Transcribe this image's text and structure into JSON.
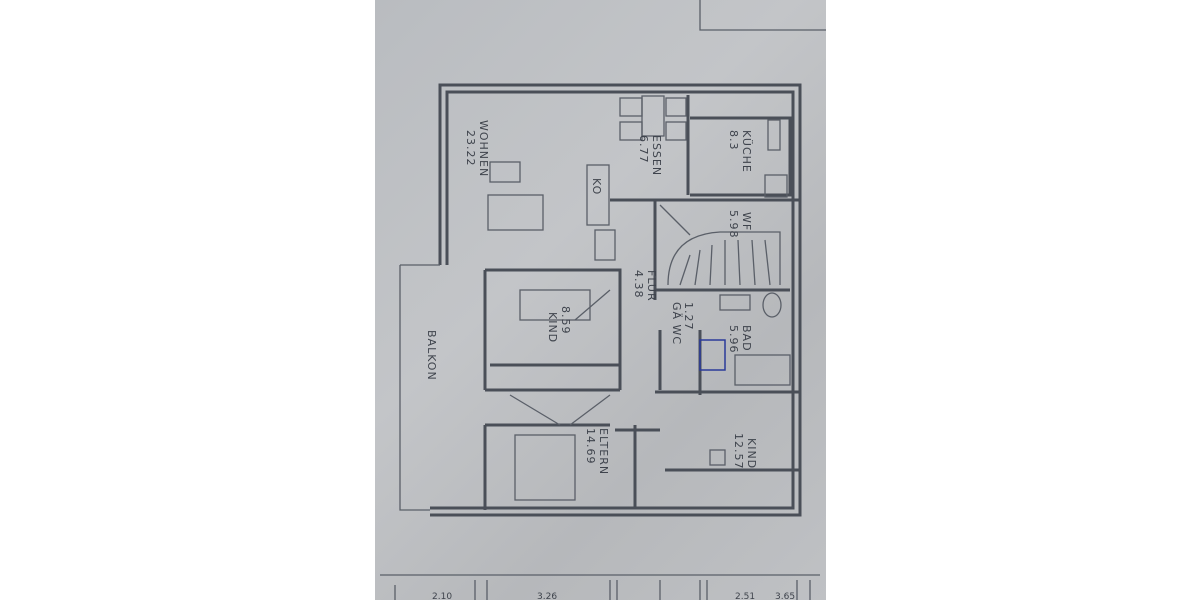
{
  "rooms": [
    {
      "name": "WOHNEN",
      "area": "23.22"
    },
    {
      "name": "ESSEN",
      "area": "6.77"
    },
    {
      "name": "KÜCHE",
      "area": "8.3"
    },
    {
      "name": "WF",
      "area": "5.98"
    },
    {
      "name": "FLUR",
      "area": "4.38"
    },
    {
      "name": "KO",
      "area": ""
    },
    {
      "name": "GÄ WC",
      "area": "1.27"
    },
    {
      "name": "BAD",
      "area": "5.96"
    },
    {
      "name": "KIND",
      "area": "8.59"
    },
    {
      "name": "BALKON",
      "area": ""
    },
    {
      "name": "ELTERN",
      "area": "14.69"
    },
    {
      "name": "KIND",
      "area": "12.57"
    }
  ],
  "dimensions": [
    "2.10",
    "3.26",
    "2.51",
    "3.65"
  ],
  "colors": {
    "paper": "#bfc1c4",
    "ink": "#4a4f58",
    "pen_mark": "#2a3a9a"
  }
}
